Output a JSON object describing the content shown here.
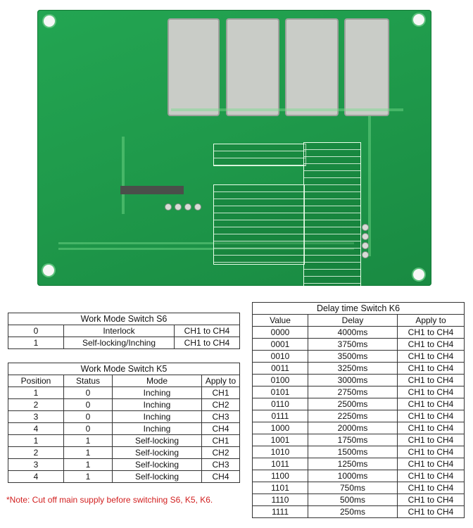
{
  "colors": {
    "pcb_green": "#1f9a4b",
    "note_red": "#d21f1f",
    "table_border": "#333333"
  },
  "pcb": {
    "description_icon": "pcb-board-photo-icon"
  },
  "s6": {
    "title": "Work Mode Switch S6",
    "rows": [
      [
        "0",
        "Interlock",
        "CH1 to CH4"
      ],
      [
        "1",
        "Self-locking/Inching",
        "CH1 to CH4"
      ]
    ]
  },
  "k5": {
    "title": "Work Mode Switch K5",
    "headers": [
      "Position",
      "Status",
      "Mode",
      "Apply to"
    ],
    "rows": [
      [
        "1",
        "0",
        "Inching",
        "CH1"
      ],
      [
        "2",
        "0",
        "Inching",
        "CH2"
      ],
      [
        "3",
        "0",
        "Inching",
        "CH3"
      ],
      [
        "4",
        "0",
        "Inching",
        "CH4"
      ],
      [
        "1",
        "1",
        "Self-locking",
        "CH1"
      ],
      [
        "2",
        "1",
        "Self-locking",
        "CH2"
      ],
      [
        "3",
        "1",
        "Self-locking",
        "CH3"
      ],
      [
        "4",
        "1",
        "Self-locking",
        "CH4"
      ]
    ]
  },
  "k6": {
    "title": "Delay time Switch K6",
    "headers": [
      "Value",
      "Delay",
      "Apply to"
    ],
    "rows": [
      [
        "0000",
        "4000ms",
        "CH1 to CH4"
      ],
      [
        "0001",
        "3750ms",
        "CH1 to CH4"
      ],
      [
        "0010",
        "3500ms",
        "CH1 to CH4"
      ],
      [
        "0011",
        "3250ms",
        "CH1 to CH4"
      ],
      [
        "0100",
        "3000ms",
        "CH1 to CH4"
      ],
      [
        "0101",
        "2750ms",
        "CH1 to CH4"
      ],
      [
        "0110",
        "2500ms",
        "CH1 to CH4"
      ],
      [
        "0111",
        "2250ms",
        "CH1 to CH4"
      ],
      [
        "1000",
        "2000ms",
        "CH1 to CH4"
      ],
      [
        "1001",
        "1750ms",
        "CH1 to CH4"
      ],
      [
        "1010",
        "1500ms",
        "CH1 to CH4"
      ],
      [
        "1011",
        "1250ms",
        "CH1 to CH4"
      ],
      [
        "1100",
        "1000ms",
        "CH1 to CH4"
      ],
      [
        "1101",
        "750ms",
        "CH1 to CH4"
      ],
      [
        "1110",
        "500ms",
        "CH1 to CH4"
      ],
      [
        "1111",
        "250ms",
        "CH1 to CH4"
      ]
    ]
  },
  "note": "*Note: Cut off main supply before switching S6, K5, K6."
}
